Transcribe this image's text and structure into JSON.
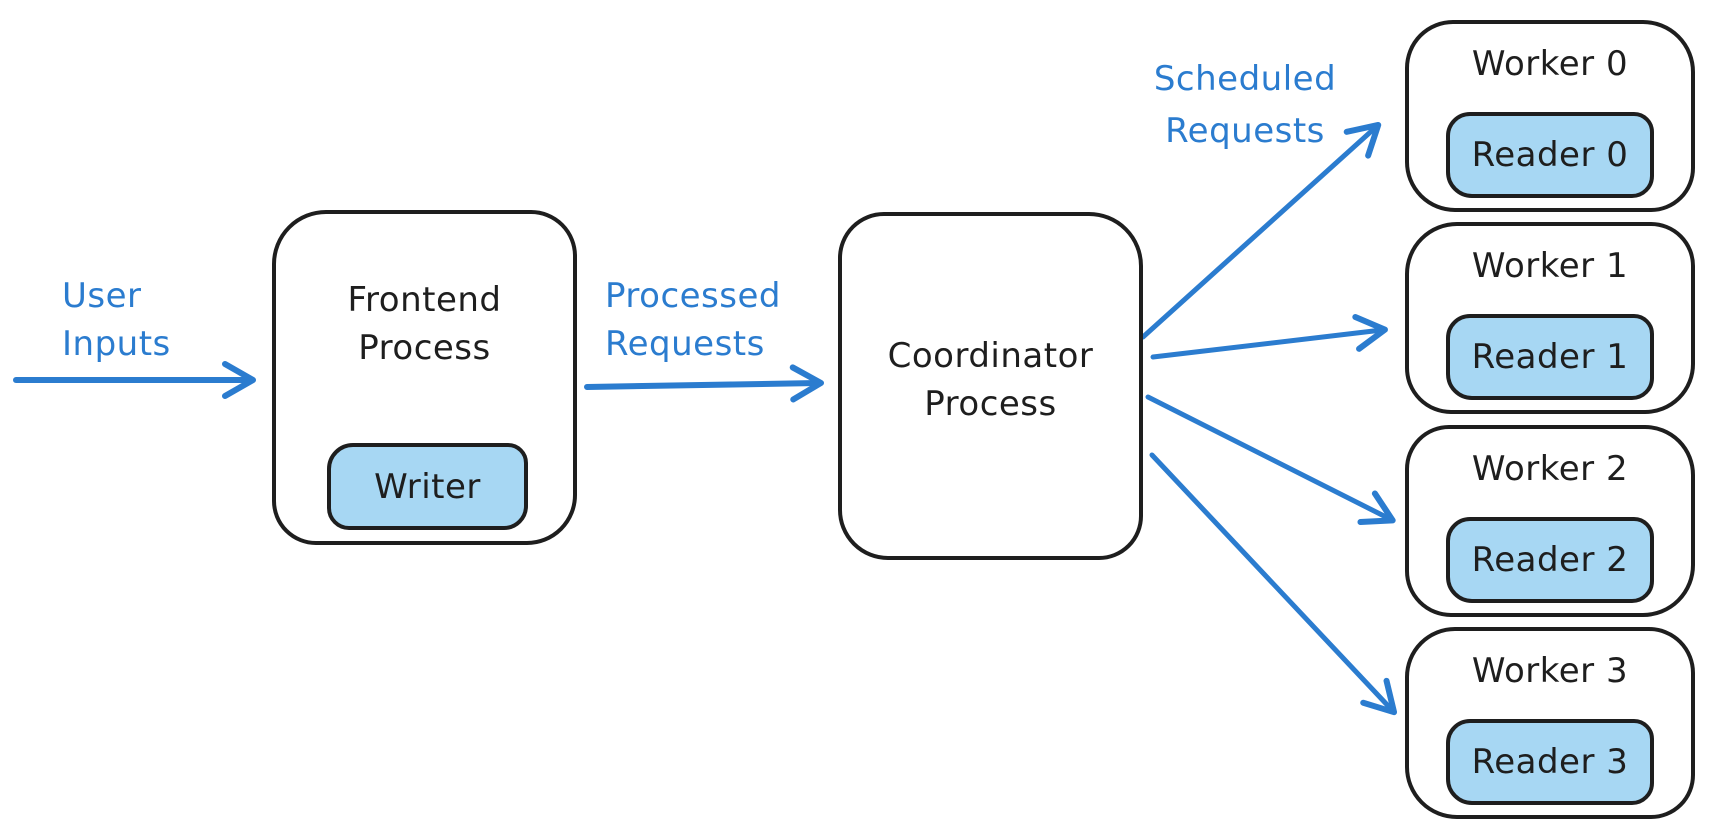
{
  "diagram": {
    "title_context": "Request flow from user inputs through frontend and coordinator processes to worker readers",
    "labels": {
      "user_inputs": {
        "line1": "User",
        "line2": "Inputs"
      },
      "processed_requests": {
        "line1": "Processed",
        "line2": "Requests"
      },
      "scheduled_requests": {
        "line1": "Scheduled",
        "line2": "Requests"
      }
    },
    "nodes": {
      "frontend": {
        "line1": "Frontend",
        "line2": "Process",
        "child": "Writer"
      },
      "coordinator": {
        "line1": "Coordinator",
        "line2": "Process"
      }
    },
    "workers": [
      {
        "label": "Worker 0",
        "reader": "Reader 0"
      },
      {
        "label": "Worker 1",
        "reader": "Reader 1"
      },
      {
        "label": "Worker 2",
        "reader": "Reader 2"
      },
      {
        "label": "Worker 3",
        "reader": "Reader 3"
      }
    ],
    "colors": {
      "arrow_and_label_blue": "#2b7ccf",
      "outline_black": "#1e1e1e",
      "chip_fill_light_blue": "#a7d7f3",
      "box_fill": "#ffffff",
      "background": "#ffffff"
    }
  }
}
